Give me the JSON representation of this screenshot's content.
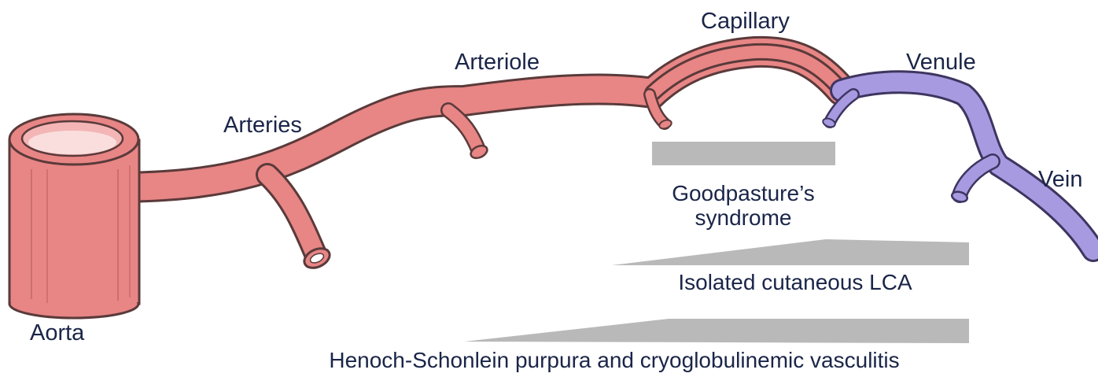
{
  "vessels": {
    "aorta": "Aorta",
    "arteries": "Arteries",
    "arteriole": "Arteriole",
    "capillary": "Capillary",
    "venule": "Venule",
    "vein": "Vein"
  },
  "diseases": {
    "goodpasture_line1": "Goodpasture’s",
    "goodpasture_line2": "syndrome",
    "isolated_lca": "Isolated cutaneous LCA",
    "hsp_cryo": "Henoch-Schonlein purpura and cryoglobulinemic vasculitis"
  },
  "colors": {
    "artery_fill": "#e88585",
    "artery_edge": "#5a3a3a",
    "vein_fill": "#a89ae0",
    "vein_edge": "#3e3560",
    "bar_fill": "#b9b9b9",
    "text": "#1a2548"
  }
}
